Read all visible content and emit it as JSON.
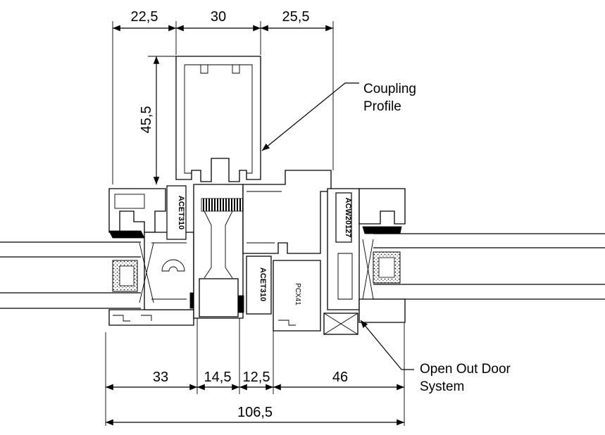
{
  "dimensions": {
    "top_left": "22,5",
    "top_mid": "30",
    "top_right": "25,5",
    "height": "45,5",
    "bottom_1": "33",
    "bottom_2": "14,5",
    "bottom_3": "12,5",
    "bottom_4": "46",
    "total": "106,5"
  },
  "callouts": {
    "coupling_line1": "Coupling",
    "coupling_line2": "Profile",
    "door_line1": "Open Out Door",
    "door_line2": "System"
  },
  "part_codes": {
    "left_gasket": "ACET310",
    "middle_gasket": "ACET310",
    "right_gasket": "ACW20127",
    "door_profile": "PCX41"
  }
}
